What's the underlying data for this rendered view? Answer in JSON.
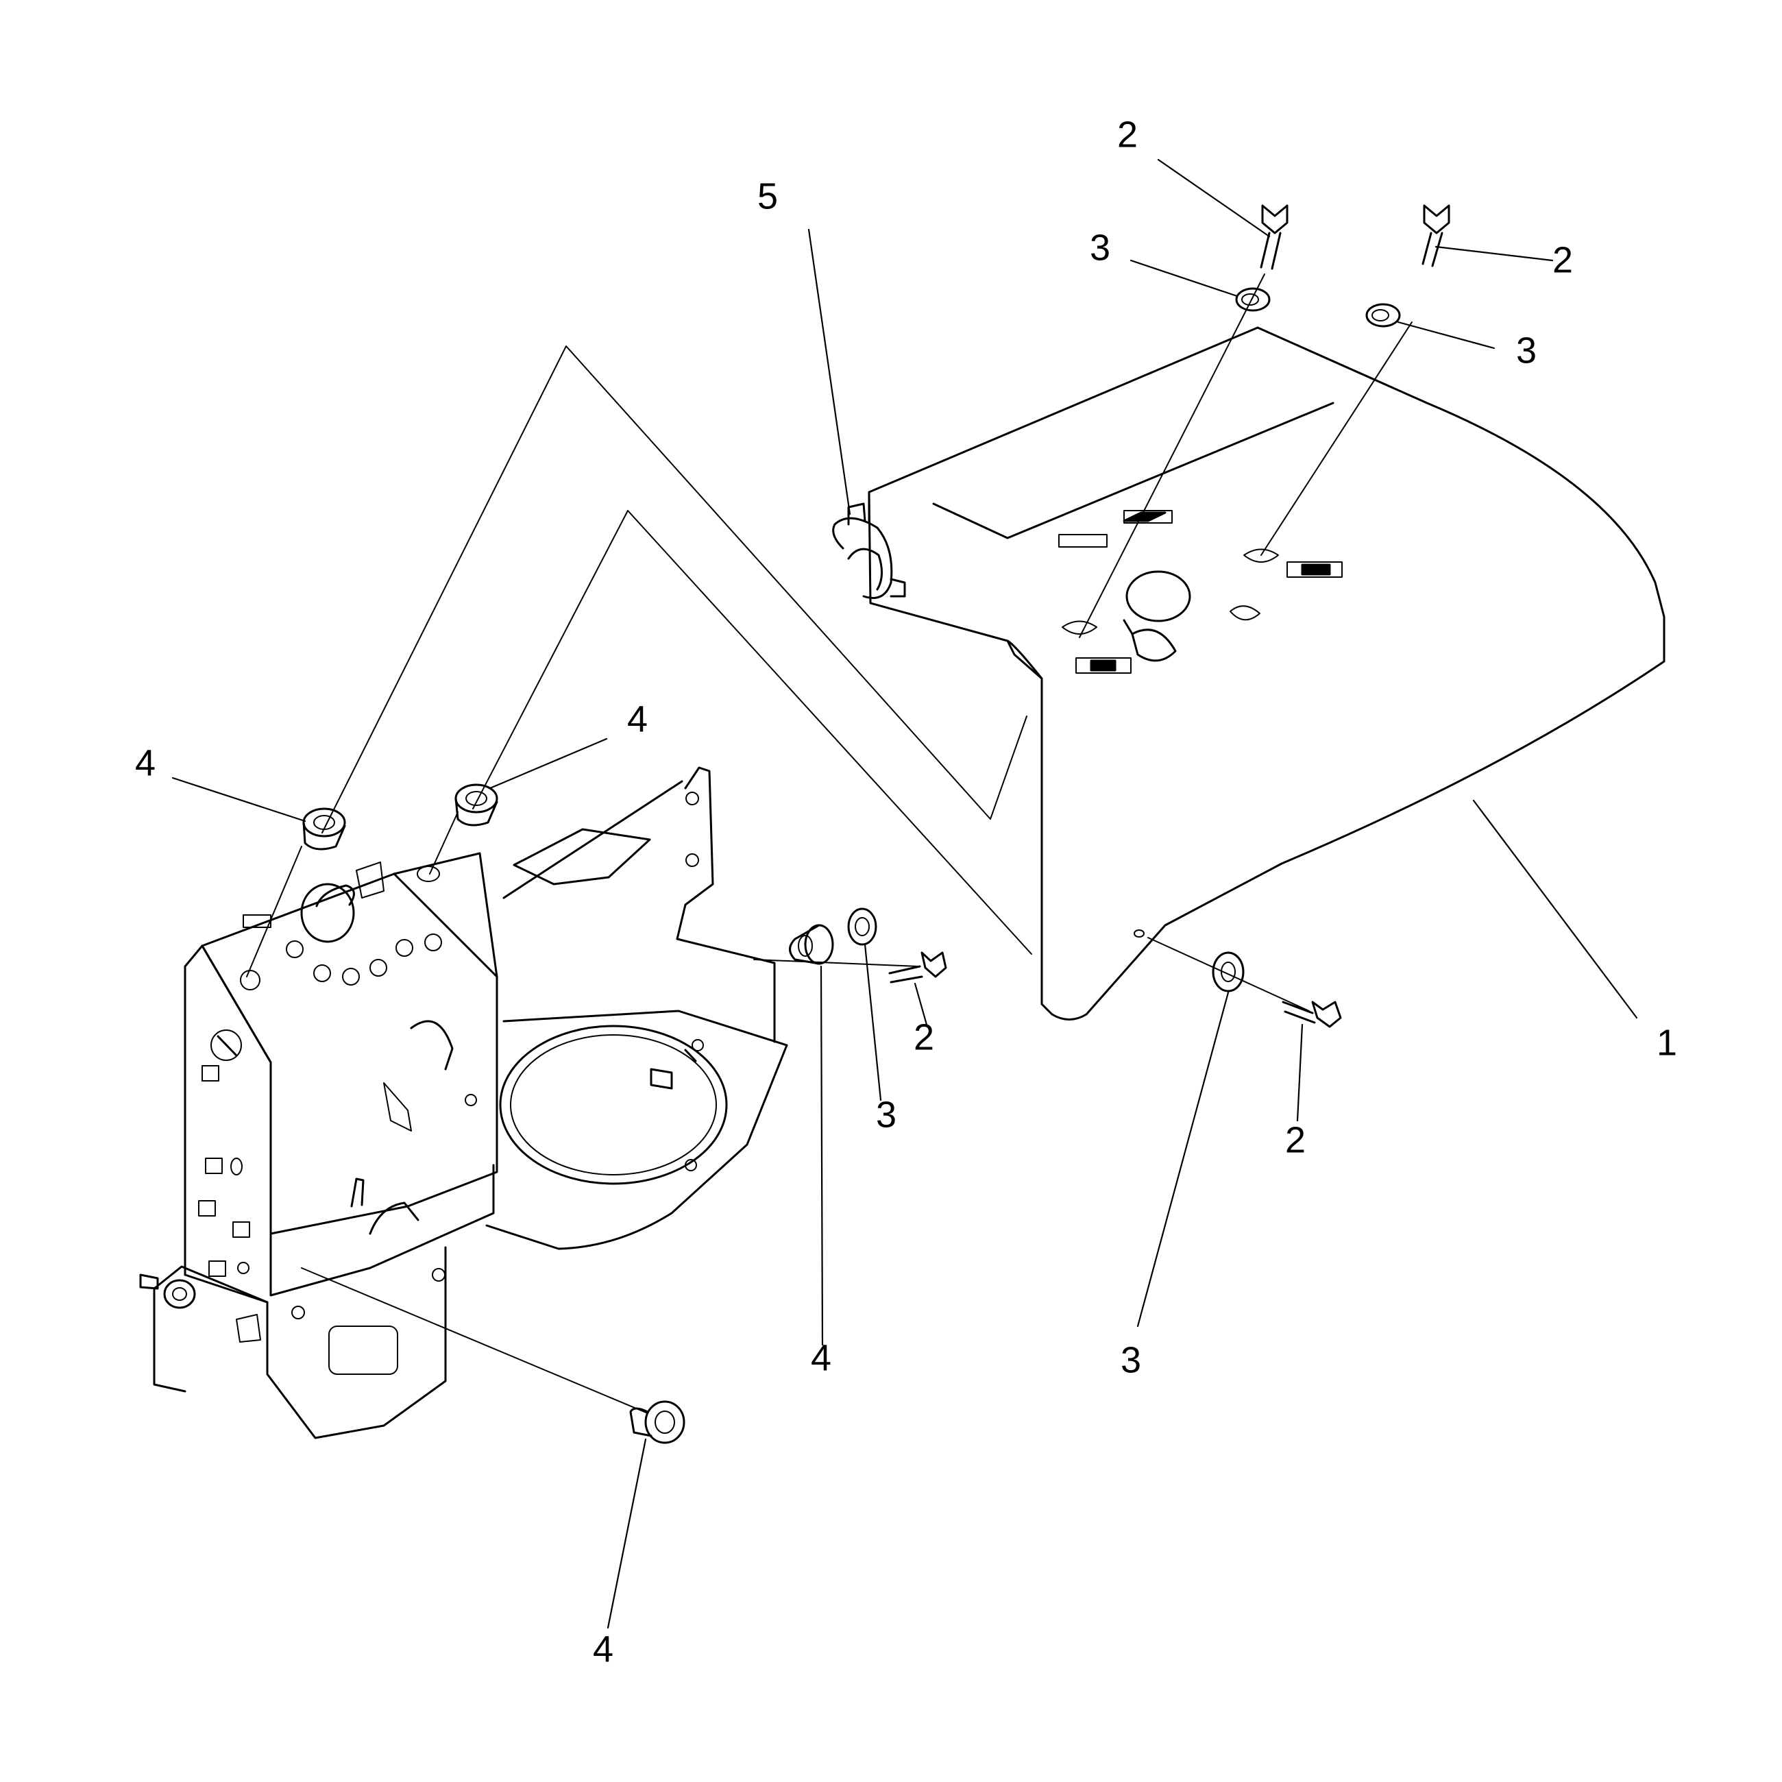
{
  "callouts": {
    "c1": "1",
    "c2a": "2",
    "c2b": "2",
    "c2c": "2",
    "c2d": "2",
    "c3a": "3",
    "c3b": "3",
    "c3c": "3",
    "c3d": "3",
    "c4a": "4",
    "c4b": "4",
    "c4c": "4",
    "c4d": "4",
    "c5": "5"
  }
}
